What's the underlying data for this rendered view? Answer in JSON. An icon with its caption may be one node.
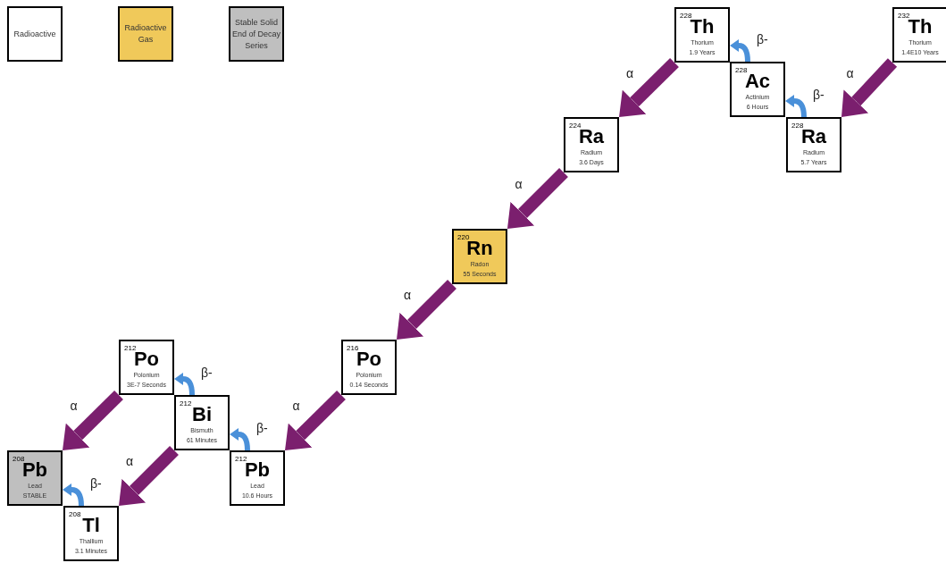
{
  "diagram": {
    "nodes": [
      {
        "text": [
          "228",
          "Th",
          "Thorium",
          "1.9 Years"
        ]
      },
      {
        "text": [
          "232",
          "Th",
          "Thorium",
          "1.4E10 Years"
        ]
      },
      {
        "text": [
          "228",
          "Ac",
          "Actinium",
          "6 Hours"
        ]
      },
      {
        "text": [
          "228",
          "Ra",
          "Radium",
          "5.7 Years"
        ]
      },
      {
        "text": [
          "224",
          "Ra",
          "Radium",
          "3.6 Days"
        ]
      },
      {
        "text": [
          "220",
          "Rn",
          "Radon",
          "55 Seconds"
        ]
      },
      {
        "text": [
          "212",
          "Po",
          "Polonium",
          "3E-7 Seconds"
        ]
      },
      {
        "text": [
          "216",
          "Po",
          "Polonium",
          "0.14 Seconds"
        ]
      },
      {
        "text": [
          "212",
          "Bi",
          "Bismuth",
          "61 Minutes"
        ]
      },
      {
        "text": [
          "208",
          "Pb",
          "Lead",
          "STABLE"
        ]
      },
      {
        "text": [
          "212",
          "Pb",
          "Lead",
          "10.6 Hours"
        ]
      },
      {
        "text": [
          "208",
          "Tl",
          "Thallium",
          "3.1 Minutes"
        ]
      }
    ],
    "edges": [
      {
        "from": 1,
        "to": 3,
        "arrow": "to",
        "label": "α"
      },
      {
        "from": 3,
        "to": 2,
        "arrow": "to",
        "label": "β-",
        "color": "#4a90d9"
      },
      {
        "from": 2,
        "to": 0,
        "arrow": "to",
        "label": "β-",
        "color": "#4a90d9"
      },
      {
        "from": 0,
        "to": 4,
        "arrow": "to",
        "label": "α"
      },
      {
        "from": 4,
        "to": 5,
        "arrow": "to",
        "label": "α"
      },
      {
        "from": 5,
        "to": 7,
        "arrow": "to",
        "label": "α"
      },
      {
        "from": 7,
        "to": 10,
        "arrow": "to",
        "label": "α"
      },
      {
        "from": 10,
        "to": 8,
        "arrow": "to",
        "label": "β-",
        "color": "#4a90d9"
      },
      {
        "from": 8,
        "to": 6,
        "arrow": "to",
        "label": "β-",
        "color": "#4a90d9"
      },
      {
        "from": 6,
        "to": 9,
        "arrow": "to",
        "label": "α"
      },
      {
        "from": 8,
        "to": 11,
        "arrow": "to",
        "label": "α"
      },
      {
        "from": 11,
        "to": 9,
        "arrow": "to",
        "label": "β-",
        "color": "#4a90d9"
      }
    ],
    "legend": [
      {
        "text": "Radioactive",
        "color": "#ffffff"
      },
      {
        "text": "Radioactive Gas",
        "color": "#f0c95a"
      },
      {
        "text": "Stable Solid End of Decay Series",
        "color": "#bfbfbf"
      }
    ]
  }
}
